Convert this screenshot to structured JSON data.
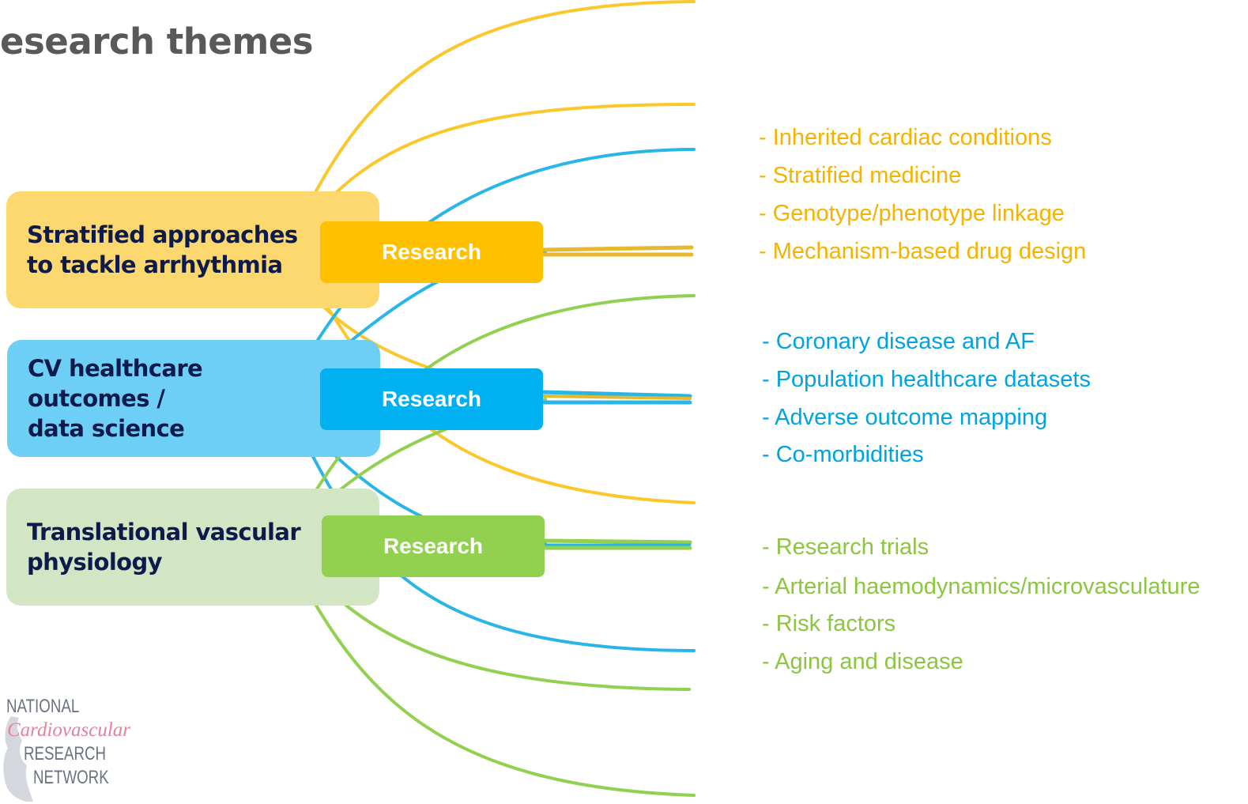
{
  "title": "esearch themes",
  "colors": {
    "yellow": "#FBC72B",
    "yellow_box": "#FDD86E",
    "yellow_pill": "#FFC000",
    "yellow_text": "#F5B300",
    "blue": "#29B5E8",
    "blue_box": "#6ECFF6",
    "blue_pill": "#00B0F0",
    "blue_text": "#00A3E0",
    "green": "#92D050",
    "green_box": "#D3E6C3",
    "green_pill": "#92D050",
    "green_text": "#8CC63F",
    "dark_text": "#0D1B4C"
  },
  "themes": [
    {
      "label": "Stratified approaches\nto tackle arrhythmia",
      "pill": "Research",
      "topics": [
        "- Inherited cardiac conditions",
        "- Stratified medicine",
        "- Genotype/phenotype linkage",
        "- Mechanism-based drug design"
      ]
    },
    {
      "label": "CV healthcare\noutcomes /\ndata science",
      "pill": "Research",
      "topics": [
        "- Coronary disease and AF",
        "- Population healthcare datasets",
        "- Adverse outcome mapping",
        "- Co-morbidities"
      ]
    },
    {
      "label": "Translational vascular\nphysiology",
      "pill": "Research",
      "topics": [
        "- Research trials",
        "- Arterial haemodynamics/microvasculature",
        "- Risk factors",
        "- Aging and disease"
      ]
    }
  ],
  "logo": {
    "line1": "NATIONAL",
    "line2": "Cardiovascular",
    "line3": "RESEARCH",
    "line4": "NETWORK"
  }
}
